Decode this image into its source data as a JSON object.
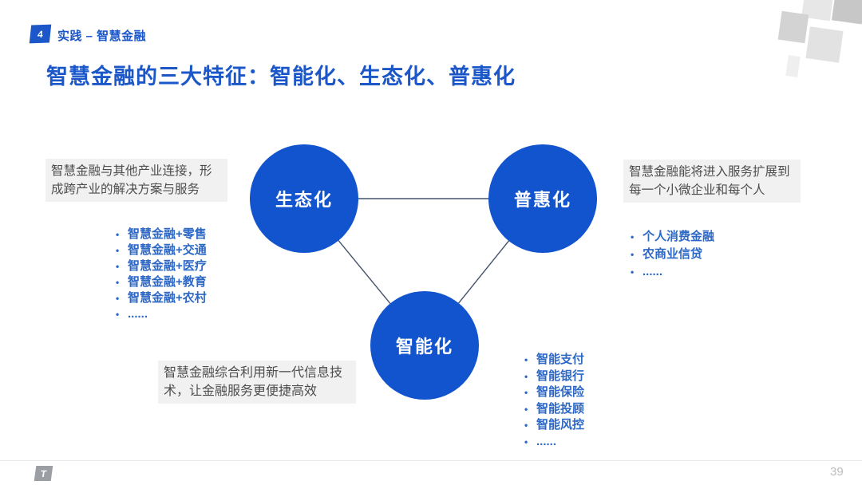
{
  "header": {
    "badge": "4",
    "section": "实践 – 智慧金融"
  },
  "title": "智慧金融的三大特征：智能化、生态化、普惠化",
  "diagram": {
    "nodes": {
      "ecology": "生态化",
      "inclusive": "普惠化",
      "intelligent": "智能化"
    },
    "notes": {
      "left": "智慧金融与其他产业连接，形成跨产业的解决方案与服务",
      "right": "智慧金融能将进入服务扩展到每一个小微企业和每个人",
      "bottom": "智慧金融综合利用新一代信息技术，让金融服务更便捷高效"
    },
    "left_bullets": [
      "智慧金融+零售",
      "智慧金融+交通",
      "智慧金融+医疗",
      "智慧金融+教育",
      "智慧金融+农村",
      "......"
    ],
    "right_bullets": [
      "个人消费金融",
      "农商业信贷",
      "......"
    ],
    "intelligent_bullets": [
      "智能支付",
      "智能银行",
      "智能保险",
      "智能投顾",
      "智能风控",
      "......"
    ],
    "bullet_glyph": "•"
  },
  "footer": {
    "logo": "T",
    "page_number": "39"
  },
  "colors": {
    "brand_blue": "#1b57c9",
    "circle_blue": "#1254cd",
    "bullet_blue": "#2e68c5",
    "note_text": "#4d4d4d",
    "note_bg": "#f1f1f1",
    "connector": "#44536b",
    "footer_gray": "#bcbcbc"
  }
}
